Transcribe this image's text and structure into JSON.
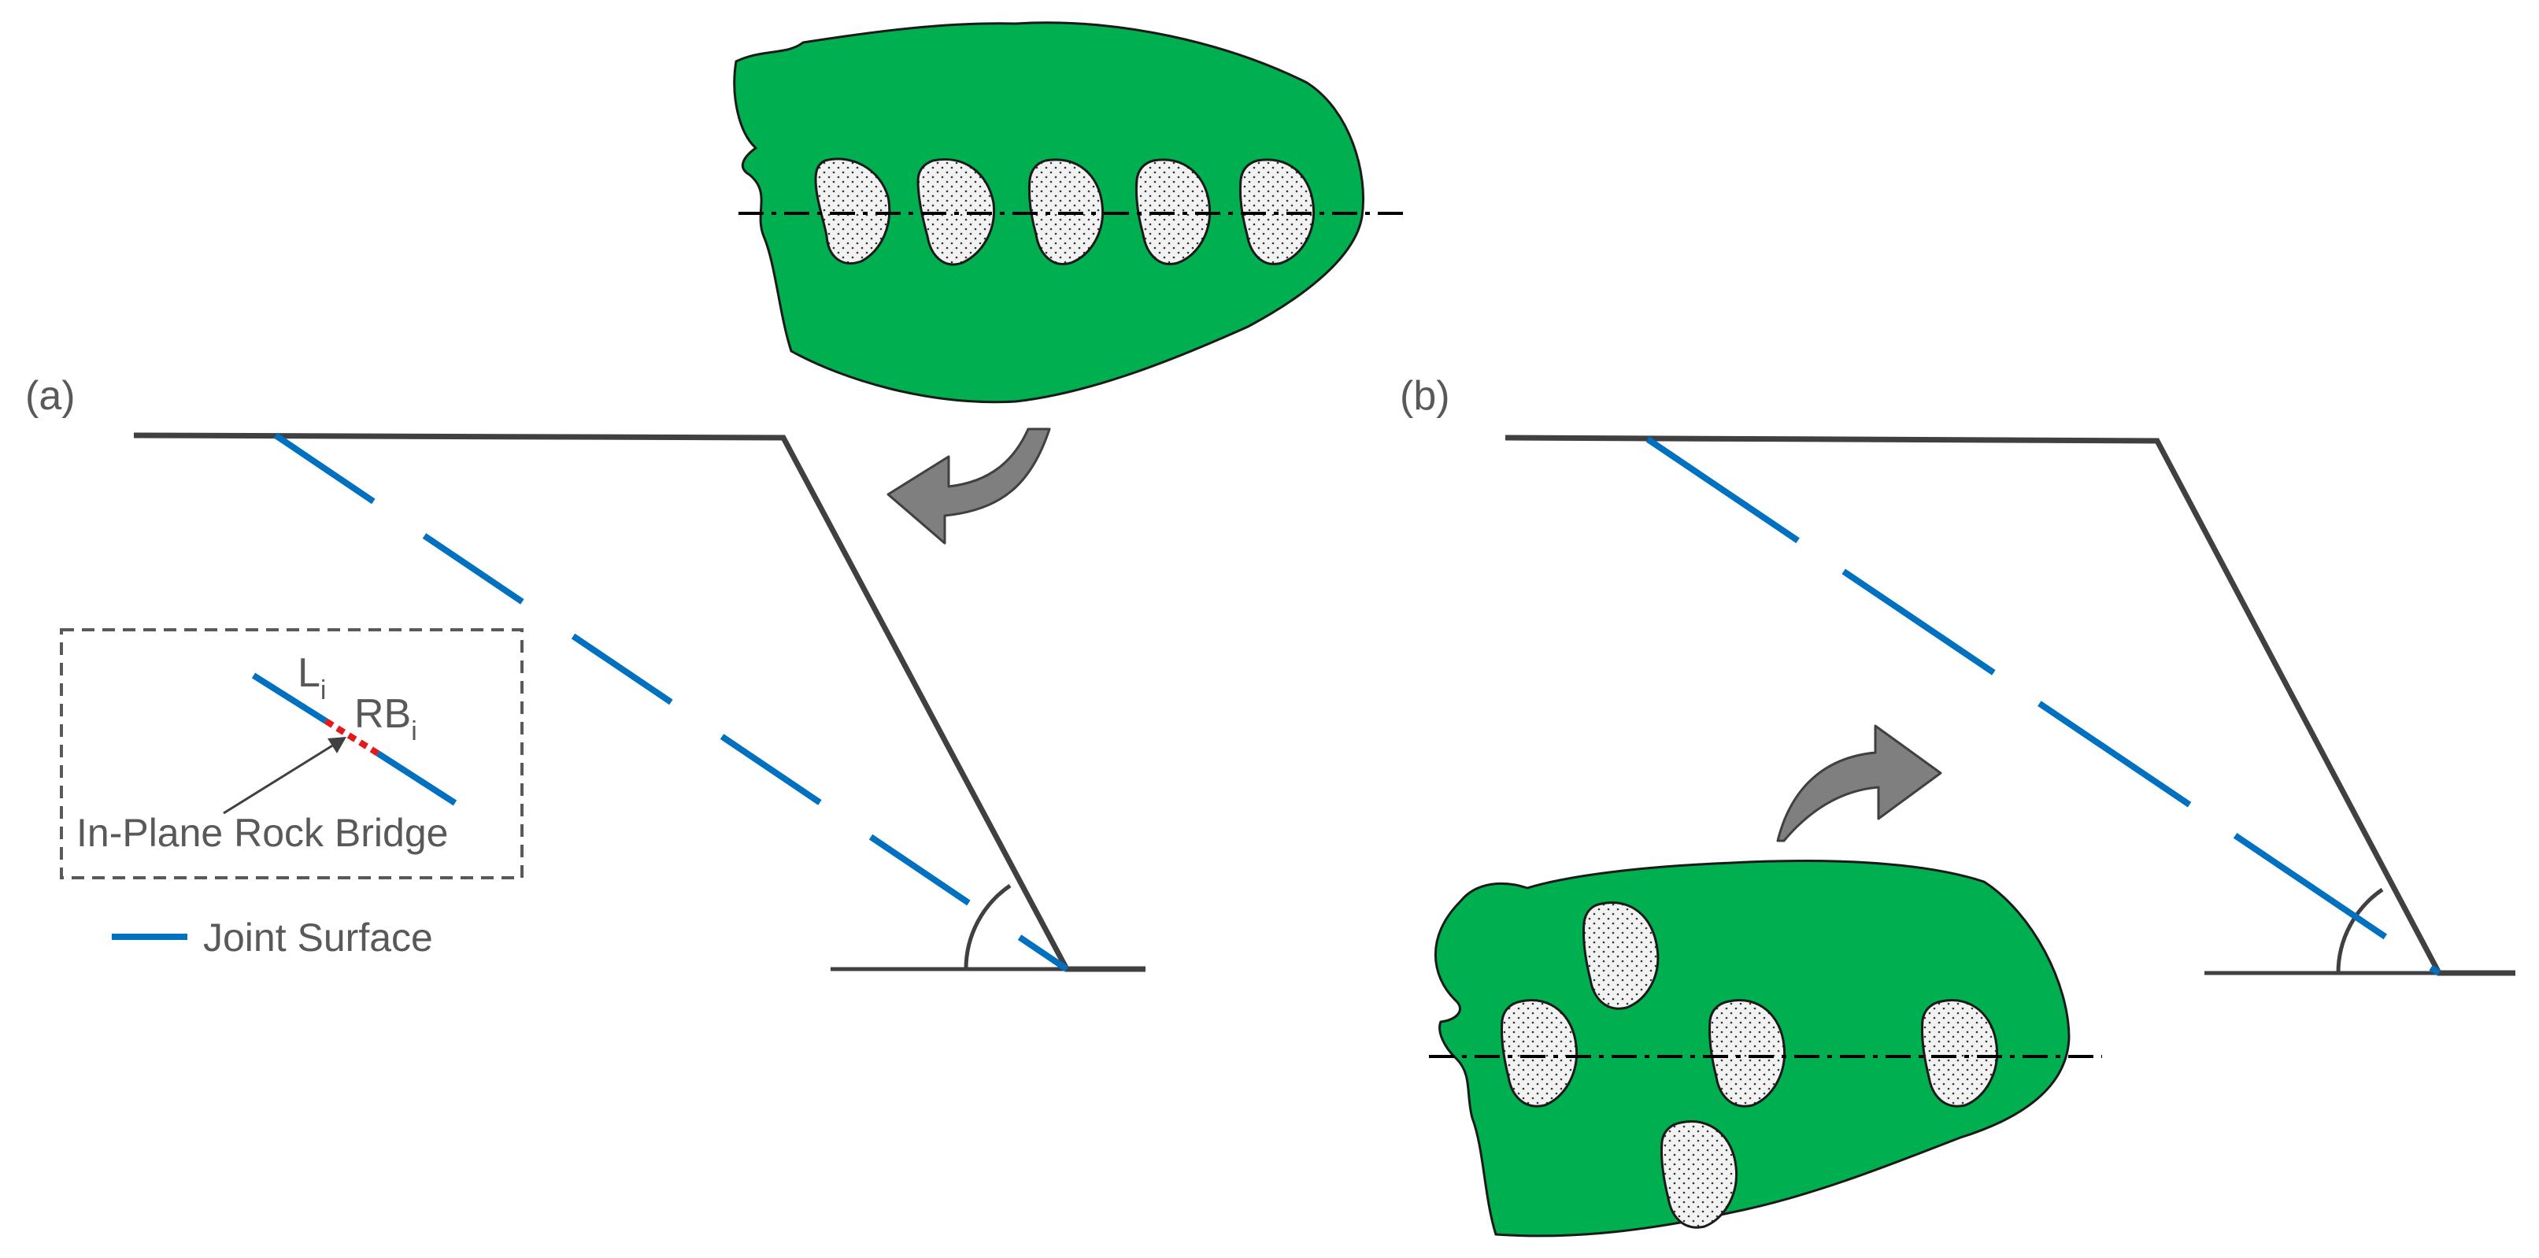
{
  "panels": {
    "a": {
      "label": "(a)"
    },
    "b": {
      "label": "(b)"
    }
  },
  "inset": {
    "joint_length_label": "L",
    "joint_length_subscript": "i",
    "rock_bridge_label": "RB",
    "rock_bridge_subscript": "i",
    "caption": "In-Plane Rock Bridge"
  },
  "legend": {
    "joint_surface_label": "Joint Surface"
  },
  "colors": {
    "slope_outline": "#404040",
    "joint_surface": "#0070C0",
    "rock_bridge": "#E31A1C",
    "rock_mass_fill": "#00B050",
    "rock_bridge_patch_fill": "#F2F2F2",
    "arrow_fill": "#7F7F7F",
    "label_text": "#595959",
    "inset_border": "#595959"
  },
  "icons": {
    "pattern_arrow": "curved-arrow-icon",
    "rock_mass": "rock-mass-cross-section-icon"
  }
}
